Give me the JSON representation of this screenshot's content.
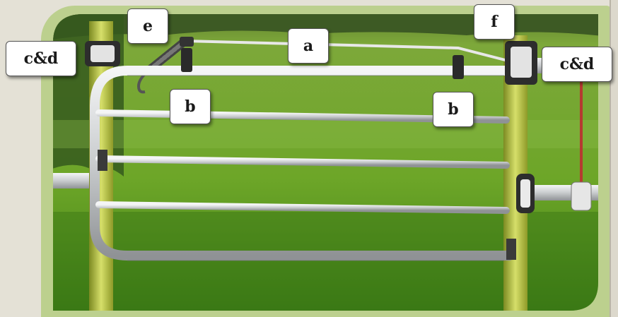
{
  "labels": {
    "a": "a",
    "b_left": "b",
    "b_right": "b",
    "cd_left": "c&d",
    "cd_right": "c&d",
    "e": "e",
    "f": "f"
  },
  "colors": {
    "sky": "#7f9d4a",
    "grass": "#6fa52c",
    "frame": "#bcd08e",
    "gate": "#d9dcde",
    "post": "#b5c24a",
    "wire": "#e8e8e8",
    "tension_line": "#b53a30"
  },
  "icons": [
    "spring-handle-icon",
    "insulator-icon",
    "hook-icon"
  ]
}
